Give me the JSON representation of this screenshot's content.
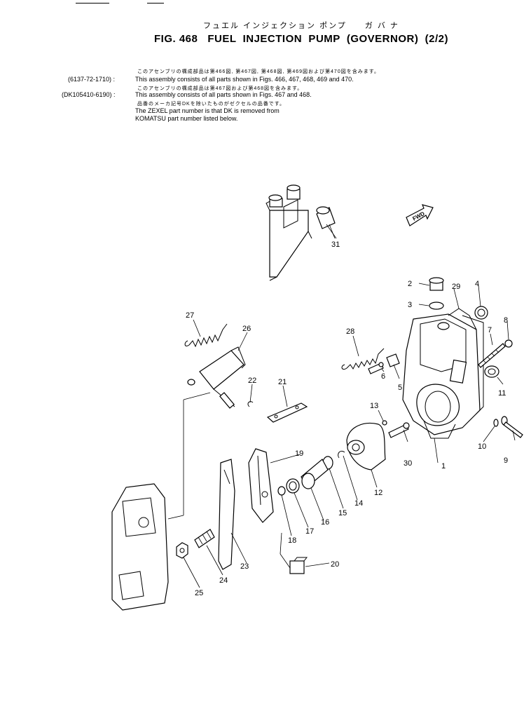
{
  "header": {
    "title_jp": "フュエル インジェクション ポンプ　　ガ バ ナ",
    "title": "FIG. 468   FUEL  INJECTION  PUMP  (GOVERNOR)  (2/2)"
  },
  "notes": [
    {
      "code": "",
      "jp": "このアセンブリの構成部品は第466図, 第467図, 第468図, 第469図および第470図を含みます。",
      "text": ""
    },
    {
      "code": "(6137-72-1710) :",
      "jp": "",
      "text": "This assembly consists of all parts shown in Figs. 466, 467, 468, 469 and 470."
    },
    {
      "code": "",
      "jp": "このアセンブリの構成部品は第467図および第468図を含みます。",
      "text": ""
    },
    {
      "code": "(DK105410-6190) :",
      "jp": "",
      "text": "This assembly consists of all parts shown in Figs. 467 and 468."
    },
    {
      "code": "",
      "jp": "品番のメーカ記号DKを除いたものがゼクセルの品番です。",
      "text": ""
    },
    {
      "code": "",
      "jp": "",
      "text": "The ZEXEL part number is that DK is removed from"
    },
    {
      "code": "",
      "jp": "",
      "text": "KOMATSU part number listed below."
    }
  ],
  "fwd_label": "FWD",
  "callouts": [
    "1",
    "2",
    "3",
    "4",
    "5",
    "6",
    "7",
    "8",
    "9",
    "10",
    "11",
    "12",
    "13",
    "14",
    "15",
    "16",
    "17",
    "18",
    "19",
    "20",
    "21",
    "22",
    "23",
    "24",
    "25",
    "26",
    "27",
    "28",
    "29",
    "30",
    "31"
  ]
}
